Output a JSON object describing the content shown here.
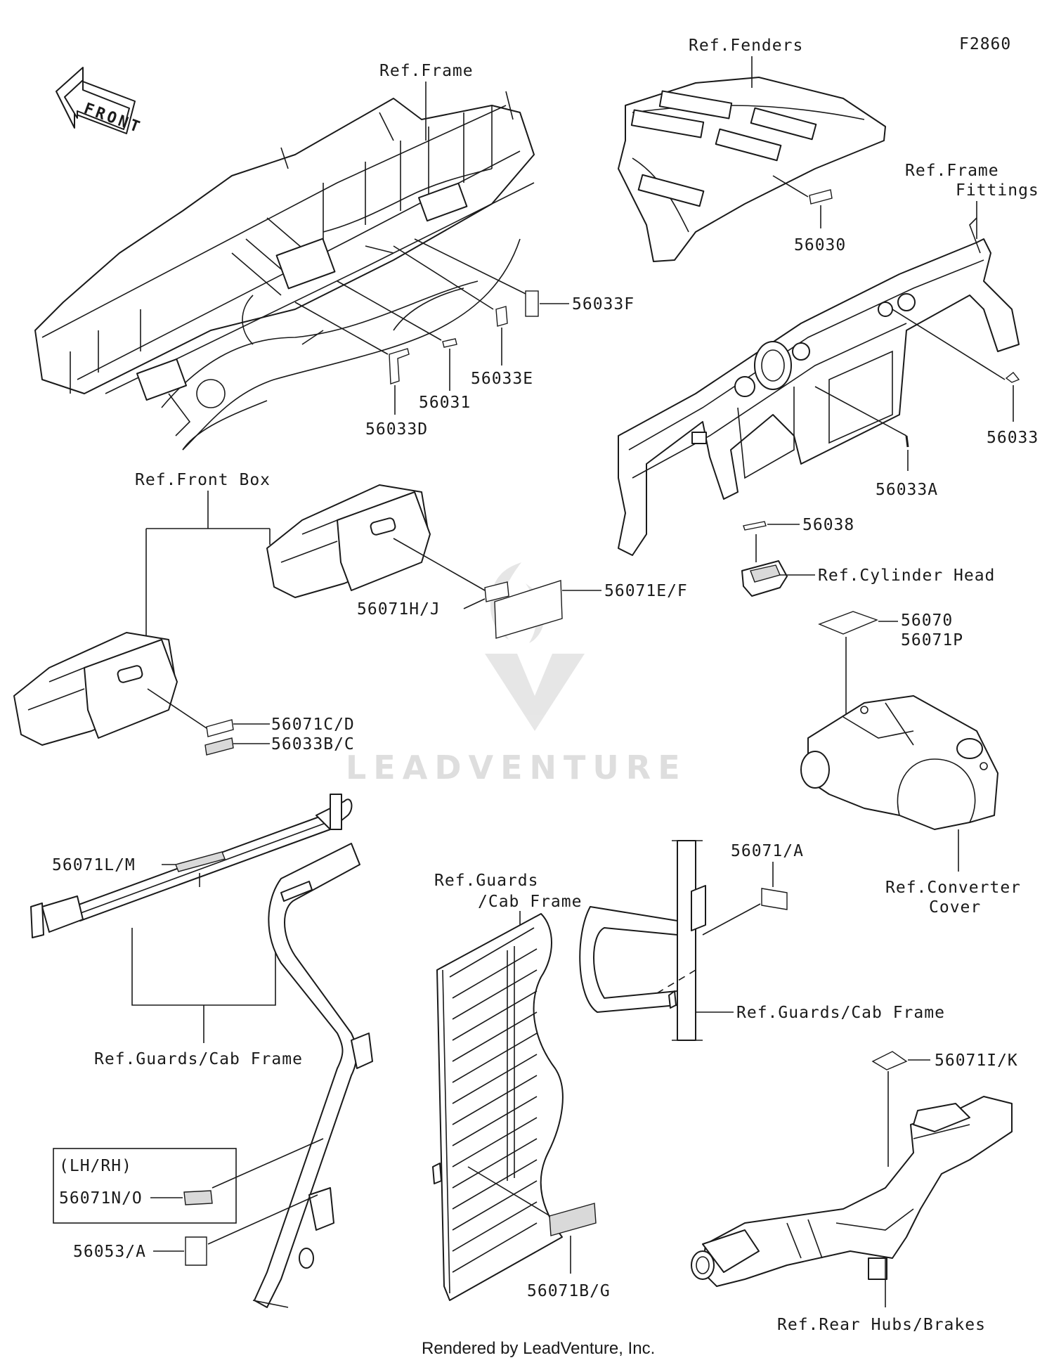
{
  "diagram": {
    "code": "F2860",
    "front_arrow_text": "FRONT",
    "watermark": "LEADVENTURE",
    "footer": "Rendered by LeadVenture, Inc.",
    "references": {
      "frame": "Ref.Frame",
      "fenders": "Ref.Fenders",
      "frame_fittings_1": "Ref.Frame",
      "frame_fittings_2": "Fittings",
      "front_box": "Ref.Front Box",
      "cylinder_head": "Ref.Cylinder Head",
      "converter_cover_1": "Ref.Converter",
      "converter_cover_2": "Cover",
      "guards_cab_frame_left": "Ref.Guards/Cab Frame",
      "guards_cab_frame_mid_1": "Ref.Guards",
      "guards_cab_frame_mid_2": "/Cab Frame",
      "guards_cab_frame_right": "Ref.Guards/Cab Frame",
      "rear_hubs_brakes": "Ref.Rear Hubs/Brakes"
    },
    "parts": {
      "p56030": "56030",
      "p56033F": "56033F",
      "p56033E": "56033E",
      "p56031": "56031",
      "p56033D": "56033D",
      "p56033": "56033",
      "p56033A": "56033A",
      "p56038": "56038",
      "p56070": "56070",
      "p56071P": "56071P",
      "p56071EF": "56071E/F",
      "p56071HJ": "56071H/J",
      "p56071CD": "56071C/D",
      "p56033BC": "56033B/C",
      "p56071LM": "56071L/M",
      "p56071A": "56071/A",
      "p56071IK": "56071I/K",
      "p56071NO": "56071N/O",
      "p56053A": "56053/A",
      "p56071BG": "56071B/G"
    },
    "lhrh": "(LH/RH)"
  }
}
